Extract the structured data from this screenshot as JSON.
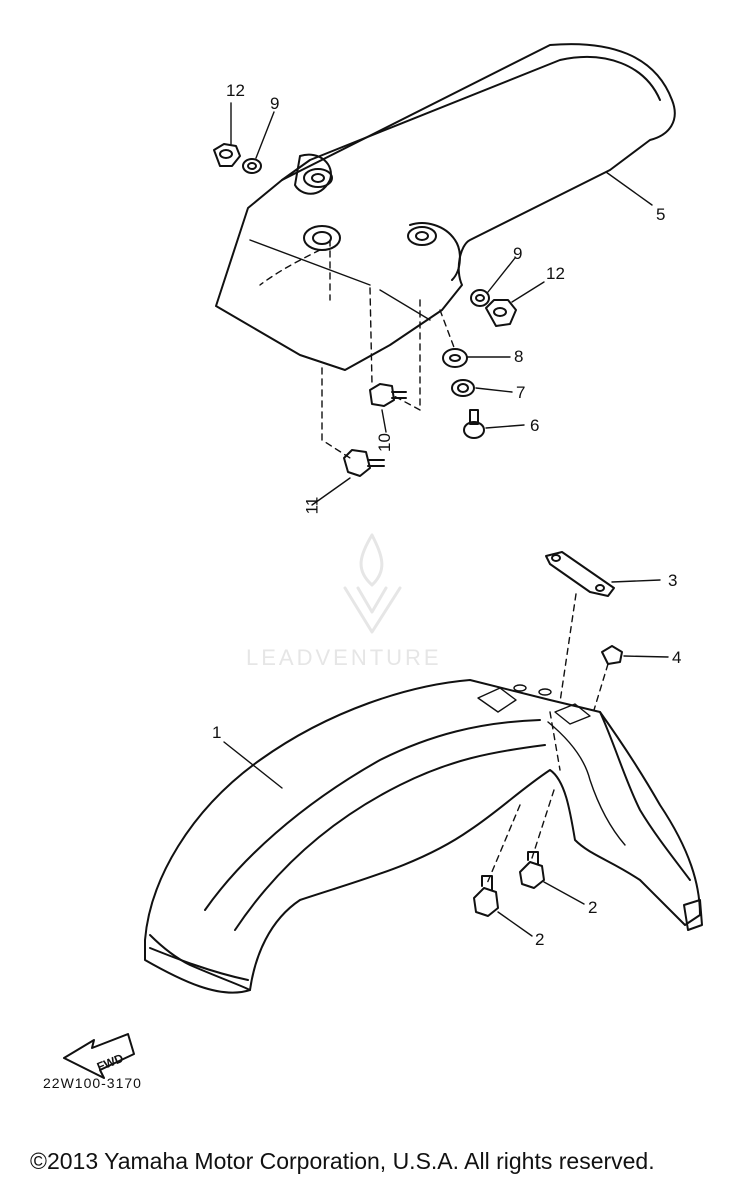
{
  "diagram": {
    "callouts": {
      "c1": "1",
      "c2a": "2",
      "c2b": "2",
      "c3": "3",
      "c4": "4",
      "c5": "5",
      "c6": "6",
      "c7": "7",
      "c8": "8",
      "c9a": "9",
      "c9b": "9",
      "c10": "10",
      "c11": "11",
      "c12a": "12",
      "c12b": "12"
    },
    "fwd_label": "FWD",
    "watermark": "LEADVENTURE",
    "drawing_code": "22W100-3170",
    "copyright": "©2013 Yamaha Motor Corporation, U.S.A. All rights reserved."
  }
}
